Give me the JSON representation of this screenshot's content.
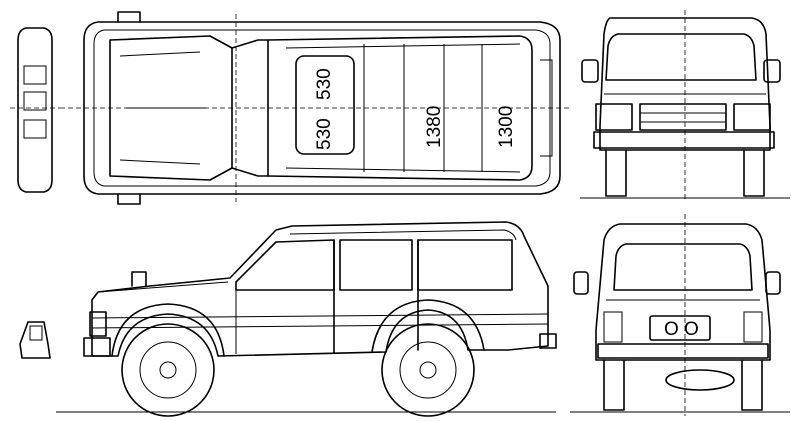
{
  "blueprint": {
    "stroke_color": "#000000",
    "background_color": "#ffffff",
    "dimensions": {
      "seat_front": "530",
      "seat_rear": "530",
      "cargo_inner": "1380",
      "cargo_outer": "1300"
    },
    "rear_plate": "O O"
  }
}
